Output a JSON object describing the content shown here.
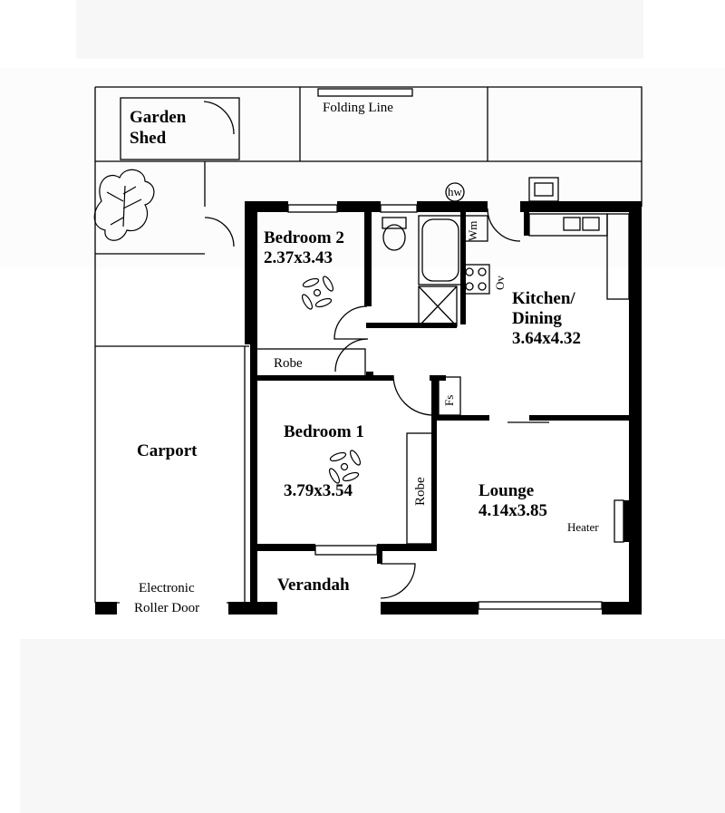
{
  "labels": {
    "garden_shed_1": "Garden",
    "garden_shed_2": "Shed",
    "folding_line": "Folding Line",
    "hw": "hw",
    "bedroom2_name": "Bedroom 2",
    "bedroom2_size": "2.37x3.43",
    "wm": "Wm",
    "ov": "Ov",
    "kitchen_1": "Kitchen/",
    "kitchen_2": "Dining",
    "kitchen_size": "3.64x4.32",
    "robe_top": "Robe",
    "fs": "Fs",
    "carport": "Carport",
    "bedroom1_name": "Bedroom 1",
    "bedroom1_size": "3.79x3.54",
    "robe_side": "Robe",
    "lounge_name": "Lounge",
    "lounge_size": "4.14x3.85",
    "heater": "Heater",
    "roller_1": "Electronic",
    "roller_2": "Roller Door",
    "verandah": "Verandah"
  }
}
